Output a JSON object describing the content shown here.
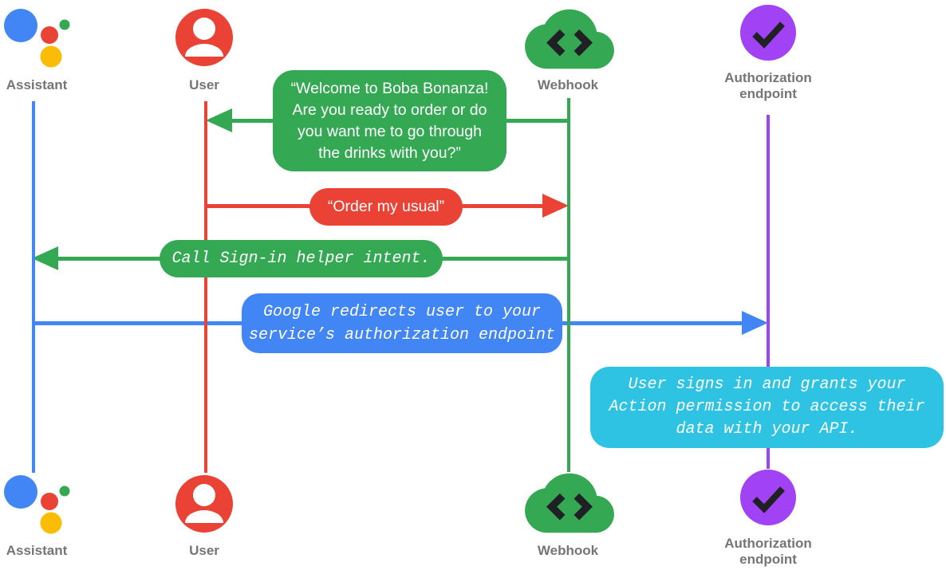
{
  "diagram_type": "sequence-diagram",
  "colors": {
    "blue": "#4285F4",
    "red": "#EA4335",
    "green": "#34A853",
    "yellow": "#FBBC05",
    "purple": "#A142F4",
    "cyan": "#2EC3E2",
    "label_gray": "#757575",
    "glyph_dark": "#202124",
    "message_text": "#FFFFFF"
  },
  "actors": [
    {
      "id": "assistant",
      "label": "Assistant",
      "icon": "google-assistant-icon",
      "color": "#4285F4"
    },
    {
      "id": "user",
      "label": "User",
      "icon": "person-icon",
      "color": "#EA4335"
    },
    {
      "id": "webhook",
      "label": "Webhook",
      "icon": "cloud-code-icon",
      "color": "#34A853"
    },
    {
      "id": "authorization",
      "label": "Authorization endpoint",
      "icon": "check-circle-icon",
      "color": "#A142F4"
    }
  ],
  "messages": [
    {
      "from": "Webhook",
      "to": "User",
      "direction": "left",
      "style": "green-sans",
      "text": "“Welcome to Boba Bonanza!\nAre you ready to order or do\nyou want me to go through\nthe drinks with you?”"
    },
    {
      "from": "User",
      "to": "Webhook",
      "direction": "right",
      "style": "red-sans",
      "text": "“Order my usual”"
    },
    {
      "from": "Webhook",
      "to": "Assistant",
      "direction": "left",
      "style": "green-mono",
      "text": "Call Sign-in helper intent."
    },
    {
      "from": "Assistant",
      "to": "Authorization endpoint",
      "direction": "right",
      "style": "blue-mono",
      "text": "Google redirects user to your\nservice’s authorization endpoint"
    },
    {
      "type": "note",
      "at": "Authorization endpoint",
      "style": "cyan-mono",
      "text": "User signs in and grants your\nAction permission to access their\ndata with your API."
    }
  ]
}
